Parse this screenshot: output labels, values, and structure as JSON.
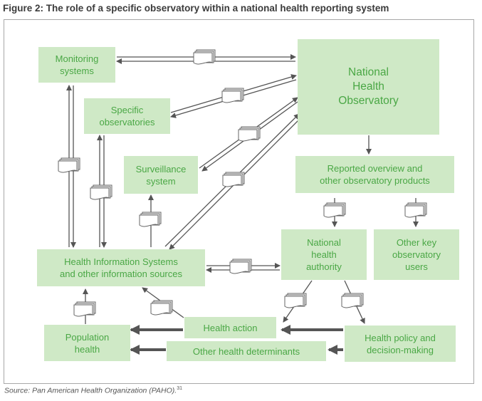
{
  "figure": {
    "title": "Figure 2: The role of a specific observatory within a national health reporting system",
    "source": "Source: Pan American Health Organization (PAHO).",
    "source_ref": "31"
  },
  "nodes": {
    "monitoring": "Monitoring\nsystems",
    "national_obs": "National\nHealth\nObservatory",
    "specific": "Specific\nobservatories",
    "surveillance": "Surveillance\nsystem",
    "reported": "Reported overview and\nother observatory products",
    "his": "Health Information Systems\nand other information sources",
    "authority": "National\nhealth\nauthority",
    "other_users": "Other key\nobservatory\nusers",
    "population": "Population\nhealth",
    "action": "Health action",
    "determinants": "Other health determinants",
    "policy": "Health policy and\ndecision-making"
  },
  "colors": {
    "box_fill": "#cfe9c6",
    "box_text": "#4aa745",
    "arrow": "#555555"
  },
  "icons": [
    "document-icon"
  ]
}
